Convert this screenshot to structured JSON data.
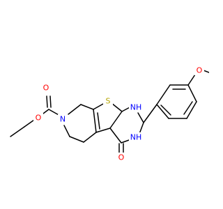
{
  "molecule": {
    "atoms": {
      "o_carbonyl_ester": {
        "text": "O",
        "color": "#ff0000"
      },
      "o_ester": {
        "text": "O",
        "color": "#ff0000"
      },
      "n_ring": {
        "text": "N",
        "color": "#0000ff"
      },
      "s_ring": {
        "text": "S",
        "color": "#b5a500"
      },
      "nh_1": {
        "text": "NH",
        "color": "#0000ff"
      },
      "nh_2": {
        "text": "NH",
        "color": "#0000ff"
      },
      "o_ketone": {
        "text": "O",
        "color": "#ff0000"
      },
      "o_methoxy": {
        "text": "O",
        "color": "#ff0000"
      }
    },
    "bond_color": "#000000"
  }
}
